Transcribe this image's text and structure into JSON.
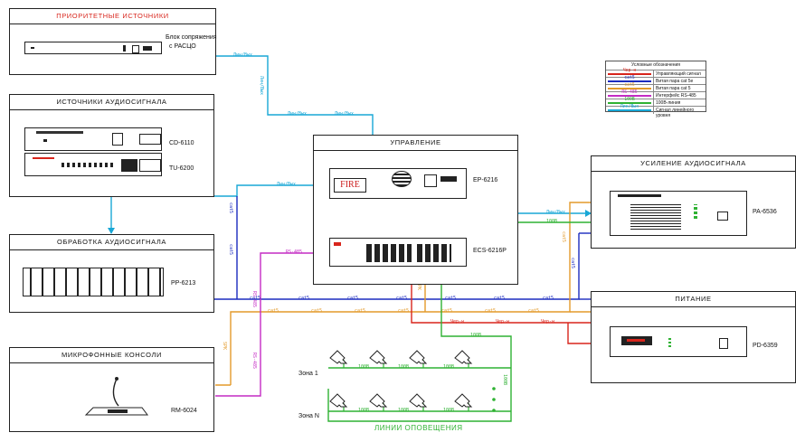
{
  "colors": {
    "red": "#d8251c",
    "blue": "#1b2bbf",
    "orange": "#e39a2a",
    "magenta": "#c42bc4",
    "green": "#2fb233",
    "cyan": "#18a7d6",
    "fire_red": "#cc1f1f"
  },
  "groups": {
    "priority": "ПРИОРИТЕТНЫЕ ИСТОЧНИКИ",
    "audio_sources": "ИСТОЧНИКИ АУДИОСИГНАЛА",
    "processing": "ОБРАБОТКА АУДИОСИГНАЛА",
    "mic_consoles": "МИКРОФОННЫЕ КОНСОЛИ",
    "control": "УПРАВЛЕНИЕ",
    "amplification": "УСИЛЕНИЕ АУДИОСИГНАЛА",
    "power": "ПИТАНИЕ"
  },
  "devices": {
    "interface_block_1": "Блок сопряжения",
    "interface_block_2": "с РАСЦО",
    "cd": "CD-6110",
    "tu": "TU-6200",
    "pp": "PP-6213",
    "rm": "RM-6024",
    "ep": "EP-6216",
    "ecs": "ECS-6216P",
    "pa": "PA-6536",
    "pd": "PD-6359",
    "fire": "FIRE"
  },
  "zones": {
    "zone1": "Зона 1",
    "zoneN": "Зона N",
    "lines": "ЛИНИИ ОПОВЕЩЕНИЯ"
  },
  "legend": {
    "title": "Условные обозначения",
    "rows": [
      {
        "code": "Чер-н",
        "color": "red",
        "desc": "Управляющий сигнал"
      },
      {
        "code": "cat5",
        "color": "blue",
        "desc": "Витая пара cat 5e"
      },
      {
        "code": "cat5",
        "color": "orange",
        "desc": "Витая пара cat 5"
      },
      {
        "code": "RS-485",
        "color": "magenta",
        "desc": "Интерфейс RS-485"
      },
      {
        "code": "100В",
        "color": "green",
        "desc": "100В-линия"
      },
      {
        "code": "Лин/Вых",
        "color": "cyan",
        "desc": "Сигнал линейного уровня"
      }
    ]
  },
  "cable_labels": {
    "line": "Лин/Вых",
    "line_v": "Лин/Вых",
    "cat5": "cat5",
    "rs485": "RS-485",
    "v100": "100В",
    "ctrl": "Чер-н",
    "spk": "SPK"
  }
}
